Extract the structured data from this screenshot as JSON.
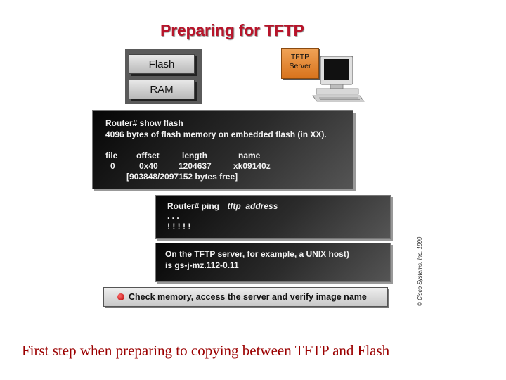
{
  "title": "Preparing for TFTP",
  "memory": {
    "flash": "Flash",
    "ram": "RAM"
  },
  "tftp_server": {
    "line1": "TFTP",
    "line2": "Server"
  },
  "terminal1": {
    "line1": "Router#  show flash",
    "line2": "4096 bytes of flash memory on embedded flash (in XX).",
    "headers": [
      "file",
      "offset",
      "length",
      "name"
    ],
    "row": [
      "0",
      "0x40",
      "1204637",
      "xk09140z"
    ],
    "free": "[903848/2097152 bytes free]"
  },
  "terminal2": {
    "prompt": "Router#  ping",
    "arg": "tftp_address",
    "dots": ". . .",
    "bangs": "! ! ! ! !"
  },
  "terminal3": {
    "line1": "On the TFTP server, for example, a UNIX host)",
    "line2": "is gs-j-mz.112-0.11"
  },
  "bottom_note": "Check memory, access the server and verify image name",
  "copyright": "© Cisco Systems, Inc. 1999",
  "caption": "First step when preparing to copying between TFTP and Flash"
}
